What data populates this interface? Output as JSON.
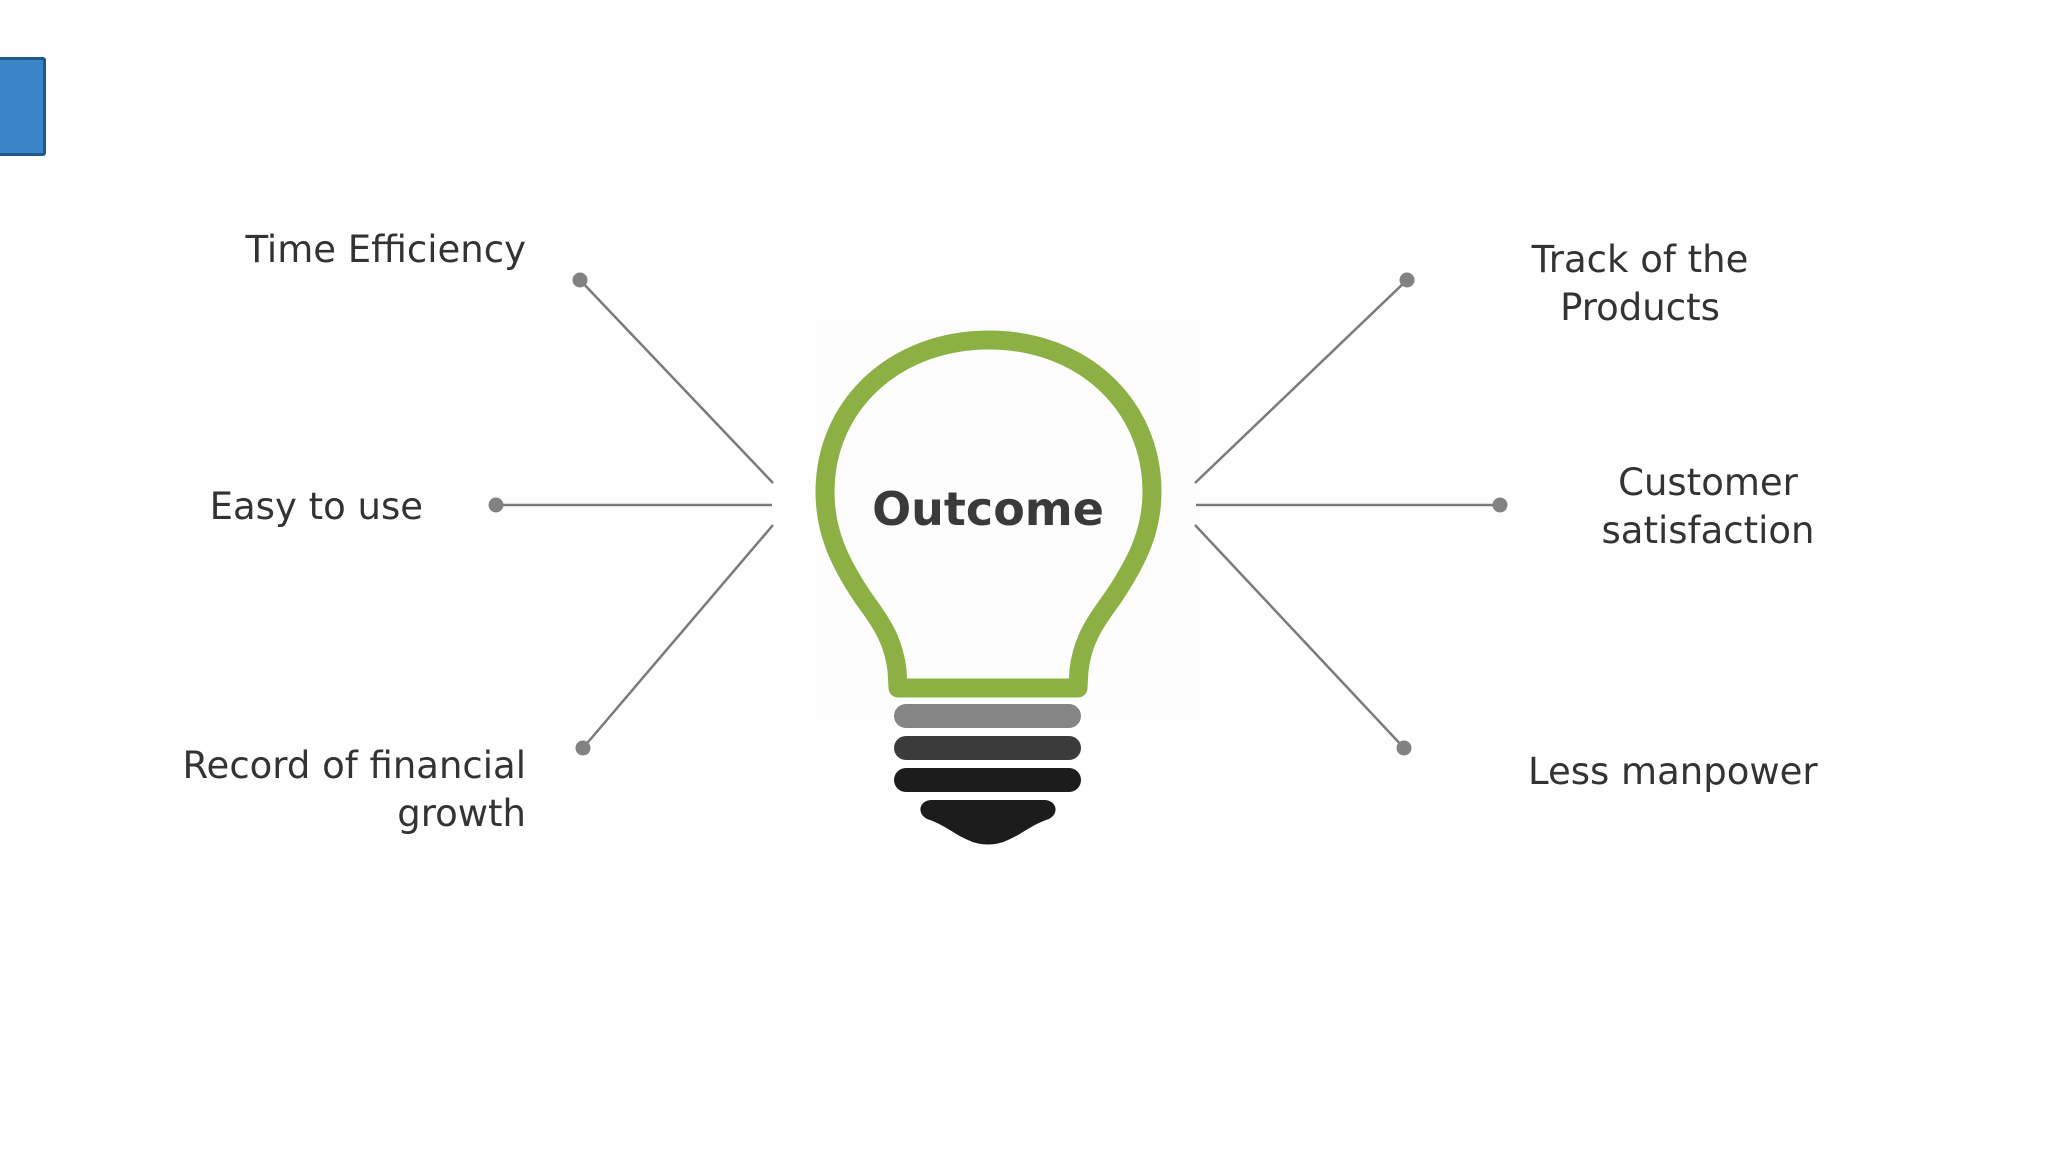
{
  "diagram": {
    "center_label": "Outcome",
    "items_left": [
      {
        "label": "Time Efficiency"
      },
      {
        "label": "Easy to use"
      },
      {
        "label": "Record of financial\ngrowth"
      }
    ],
    "items_right": [
      {
        "label": "Track of the\nProducts"
      },
      {
        "label": "Customer\nsatisfaction"
      },
      {
        "label": "Less manpower"
      }
    ]
  },
  "colors": {
    "bulb_outline": "#8cb043",
    "connector_line": "#7a7a7a",
    "node_dot": "#828282",
    "base_ring_1": "#858585",
    "base_ring_2": "#3b3b3b",
    "base_ring_3": "#1c1c1c",
    "base_tip": "#1c1c1c",
    "corner_tab": "#3a86c6"
  }
}
